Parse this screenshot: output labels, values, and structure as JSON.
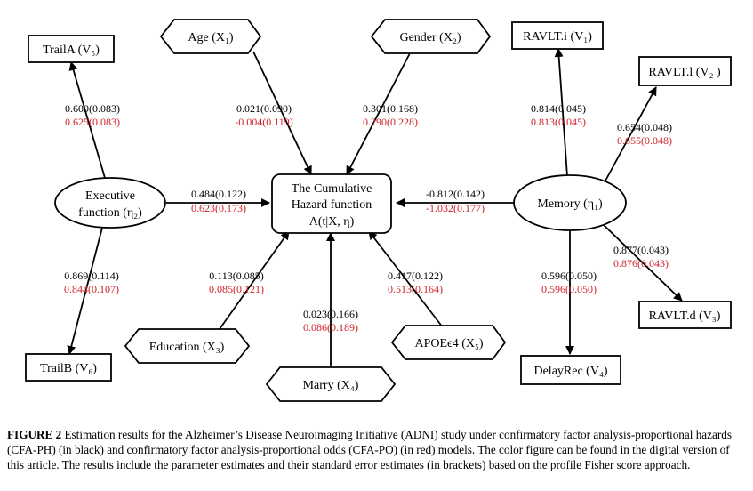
{
  "diagram": {
    "center": {
      "line1": "The Cumulative",
      "line2": "Hazard function",
      "line3": "Λ(t|X, η)"
    },
    "nodes": {
      "age": "Age (X₁)",
      "gender": "Gender (X₂)",
      "education": "Education (X₃)",
      "marry": "Marry (X₄)",
      "apoe": "APOEϵ4 (X₅)",
      "traila": "TrailA (V₅)",
      "trailb": "TrailB (V₆)",
      "executive_line1": "Executive",
      "executive_line2": "function (η₂)",
      "memory": "Memory (η₁)",
      "ravlt_i": "RAVLT.i (V₁)",
      "ravlt_l": "RAVLT.l (V₂ )",
      "ravlt_d": "RAVLT.d (V₃)",
      "delayrec": "DelayRec (V₄)"
    },
    "estimates": {
      "traila": {
        "ph": "0.609(0.083)",
        "po": "0.625(0.083)"
      },
      "age": {
        "ph": "0.021(0.090)",
        "po": "-0.004(0.119)"
      },
      "gender": {
        "ph": "0.301(0.168)",
        "po": "0.290(0.228)"
      },
      "ravlt_i": {
        "ph": "0.814(0.045)",
        "po": "0.813(0.045)"
      },
      "ravlt_l": {
        "ph": "0.654(0.048)",
        "po": "0.655(0.048)"
      },
      "executive": {
        "ph": "0.484(0.122)",
        "po": "0.623(0.173)"
      },
      "memory": {
        "ph": "-0.812(0.142)",
        "po": "-1.032(0.177)"
      },
      "trailb": {
        "ph": "0.869(0.114)",
        "po": "0.844(0.107)"
      },
      "education": {
        "ph": "0.113(0.085)",
        "po": "0.085(0.121)"
      },
      "apoe": {
        "ph": "0.417(0.122)",
        "po": "0.513(0.164)"
      },
      "delayrec": {
        "ph": "0.596(0.050)",
        "po": "0.596(0.050)"
      },
      "ravlt_d": {
        "ph": "0.877(0.043)",
        "po": "0.876(0.043)"
      },
      "marry": {
        "ph": "0.023(0.166)",
        "po": "0.086(0.189)"
      }
    },
    "colors": {
      "ph": "#000000",
      "po": "#d0232a"
    }
  },
  "caption": {
    "label": "FIGURE 2",
    "text": " Estimation results for the Alzheimer’s Disease Neuroimaging Initiative (ADNI) study under confirmatory factor analysis-proportional hazards (CFA-PH) (in black) and confirmatory factor analysis-proportional odds (CFA-PO) (in red) models. The color figure can be found in the digital version of this article. The results include the parameter estimates and their standard error estimates (in brackets) based on the profile Fisher score approach."
  }
}
